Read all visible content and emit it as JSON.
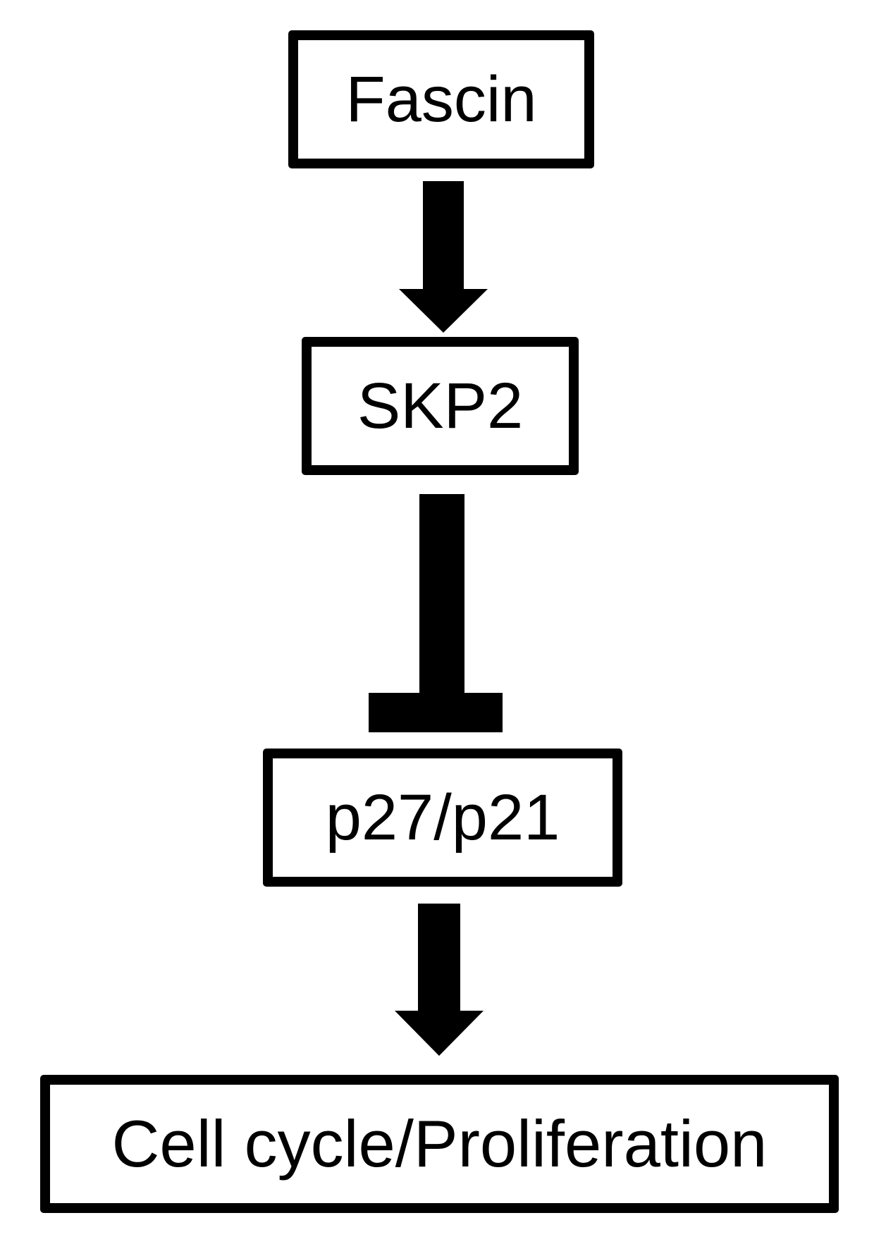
{
  "diagram": {
    "nodes": [
      {
        "id": "fascin",
        "label": "Fascin"
      },
      {
        "id": "skp2",
        "label": "SKP2"
      },
      {
        "id": "p27_p21",
        "label": "p27/p21"
      },
      {
        "id": "cell_cycle",
        "label": "Cell cycle/Proliferation"
      }
    ],
    "edges": [
      {
        "from": "fascin",
        "to": "skp2",
        "type": "activation"
      },
      {
        "from": "skp2",
        "to": "p27_p21",
        "type": "inhibition"
      },
      {
        "from": "p27_p21",
        "to": "cell_cycle",
        "type": "activation"
      }
    ],
    "colors": {
      "stroke": "#000000",
      "background": "#ffffff"
    }
  }
}
